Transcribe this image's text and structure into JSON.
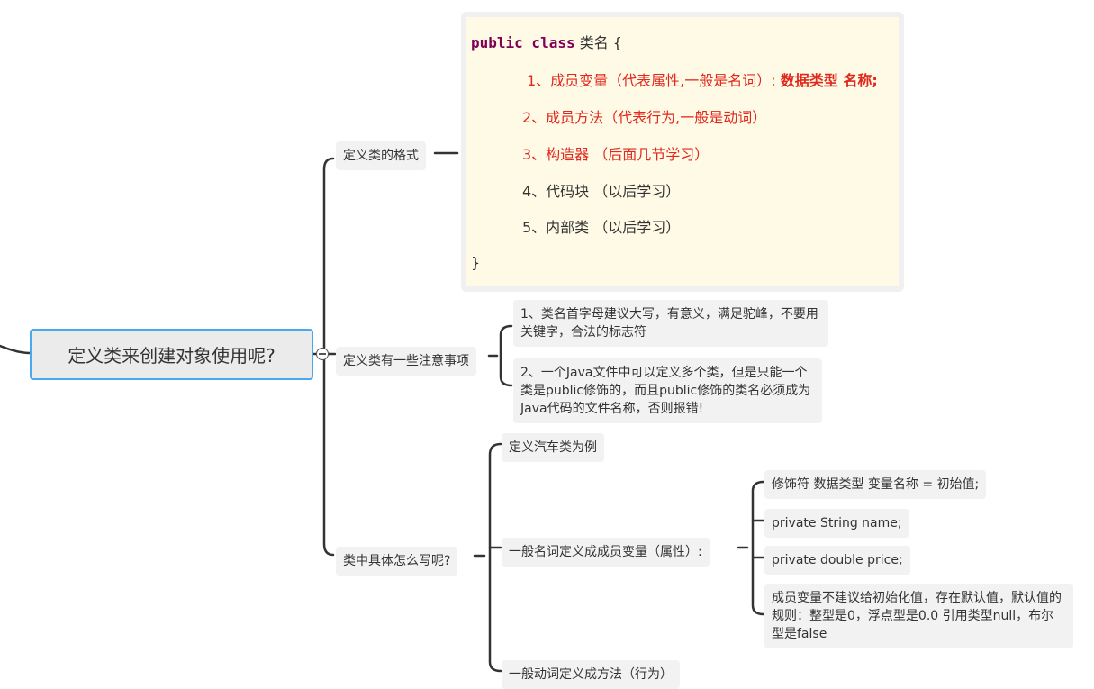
{
  "root": {
    "label": "定义类来创建对象使用呢?"
  },
  "branches": {
    "format": {
      "label": "定义类的格式"
    },
    "notes": {
      "label": "定义类有一些注意事项"
    },
    "howto": {
      "label": "类中具体怎么写呢?"
    }
  },
  "code_note": {
    "kw": "public class",
    "classname": "类名 {",
    "item1_prefix": "1、成员变量（代表属性,一般是名词）:",
    "item1_bold": "数据类型 名称;",
    "item2": "2、成员方法（代表行为,一般是动词）",
    "item3": "3、构造器 （后面几节学习）",
    "item4": "4、代码块 （以后学习）",
    "item5": "5、内部类 （以后学习）",
    "close": "}"
  },
  "attention": [
    "1、类名首字母建议大写，有意义，满足驼峰，不要用关键字，合法的标志符",
    "2、一个Java文件中可以定义多个类，但是只能一个类是public修饰的，而且public修饰的类名必须成为Java代码的文件名称，否则报错!"
  ],
  "howto_children": {
    "example": "定义汽车类为例",
    "member_var": "一般名词定义成成员变量（属性）:",
    "method": "一般动词定义成方法（行为）"
  },
  "member_var_children": [
    "修饰符   数据类型 变量名称 = 初始值;",
    "private String name;",
    "private double price;",
    "成员变量不建议给初始化值，存在默认值，默认值的规则：整型是0，浮点型是0.0  引用类型null，布尔型是false"
  ]
}
